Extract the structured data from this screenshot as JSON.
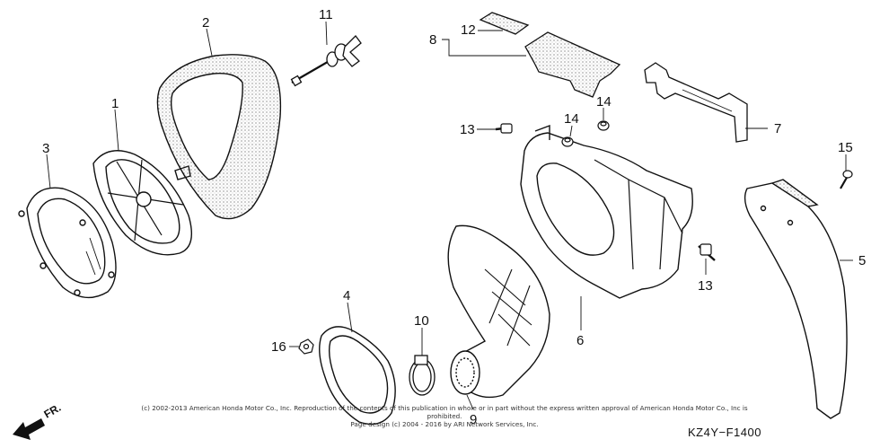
{
  "diagram": {
    "code": "KZ4Y−F1400",
    "front_arrow_label": "FR.",
    "copyright_line1": "(c) 2002-2013 American Honda Motor Co., Inc. Reproduction of the contents of this publication in whole or in part without the express written approval of American Honda Motor Co., Inc is prohibited.",
    "copyright_line2": "Page design (c) 2004 - 2016 by ARI Network Services, Inc."
  },
  "callouts": {
    "c1": "1",
    "c2": "2",
    "c3": "3",
    "c4": "4",
    "c5": "5",
    "c6": "6",
    "c7": "7",
    "c8": "8",
    "c9": "9",
    "c10": "10",
    "c11": "11",
    "c12": "12",
    "c13a": "13",
    "c13b": "13",
    "c14a": "14",
    "c14b": "14",
    "c15": "15",
    "c16": "16"
  }
}
